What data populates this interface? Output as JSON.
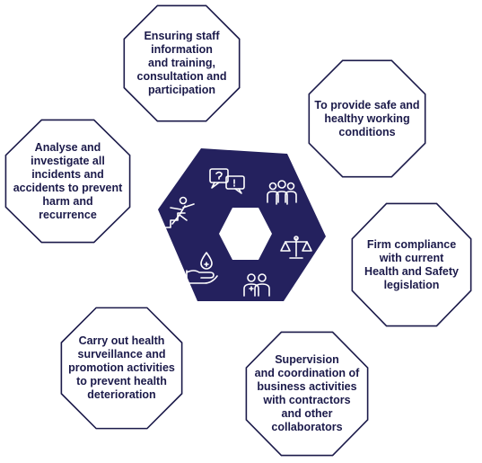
{
  "colors": {
    "navy": "#24215e",
    "outline": "#1b1a4a",
    "white": "#ffffff"
  },
  "boxes": [
    {
      "id": "staff",
      "text": "Ensuring staff\ninformation\nand training,\nconsultation and\nparticipation"
    },
    {
      "id": "safe",
      "text": "To provide safe and\nhealthy working\nconditions"
    },
    {
      "id": "compliance",
      "text": "Firm compliance\nwith current\nHealth and Safety\nlegislation"
    },
    {
      "id": "supervision",
      "text": "Supervision\nand coordination of\nbusiness activities\nwith contractors\nand other\ncollaborators"
    },
    {
      "id": "health",
      "text": "Carry out health\nsurveillance and\npromotion activities\nto prevent health\ndeterioration"
    },
    {
      "id": "analyse",
      "text": "Analyse and\ninvestigate all\nincidents and\naccidents to prevent\nharm and\nrecurrence"
    }
  ],
  "center": {
    "icons": [
      "communication-icon",
      "team-icon",
      "scales-of-justice-icon",
      "health-workers-icon",
      "health-care-hand-icon",
      "falling-on-stairs-icon"
    ]
  }
}
